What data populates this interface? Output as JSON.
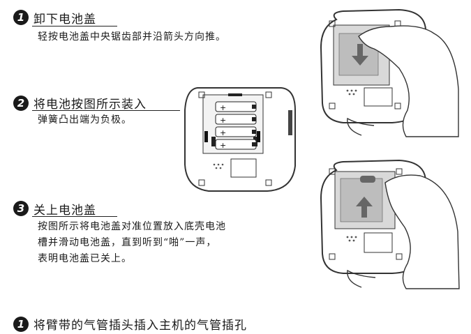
{
  "steps": [
    {
      "num": "1",
      "title": "卸下电池盖",
      "desc": [
        "轻按电池盖中央锯齿部并沿箭头方向推。"
      ]
    },
    {
      "num": "2",
      "title": "将电池按图所示装入",
      "desc": [
        "弹簧凸出端为负极。"
      ]
    },
    {
      "num": "3",
      "title": "关上电池盖",
      "desc": [
        "按图所示将电池盖对准位置放入底壳电池",
        "槽并滑动电池盖，直到听到“啪”一声，",
        "表明电池盖已关上。"
      ]
    }
  ],
  "bottom_step": {
    "num": "1",
    "text": "将臂带的气管插头插入主机的气管插孔"
  },
  "battery_signs": [
    "+",
    "+",
    "+",
    "+"
  ]
}
